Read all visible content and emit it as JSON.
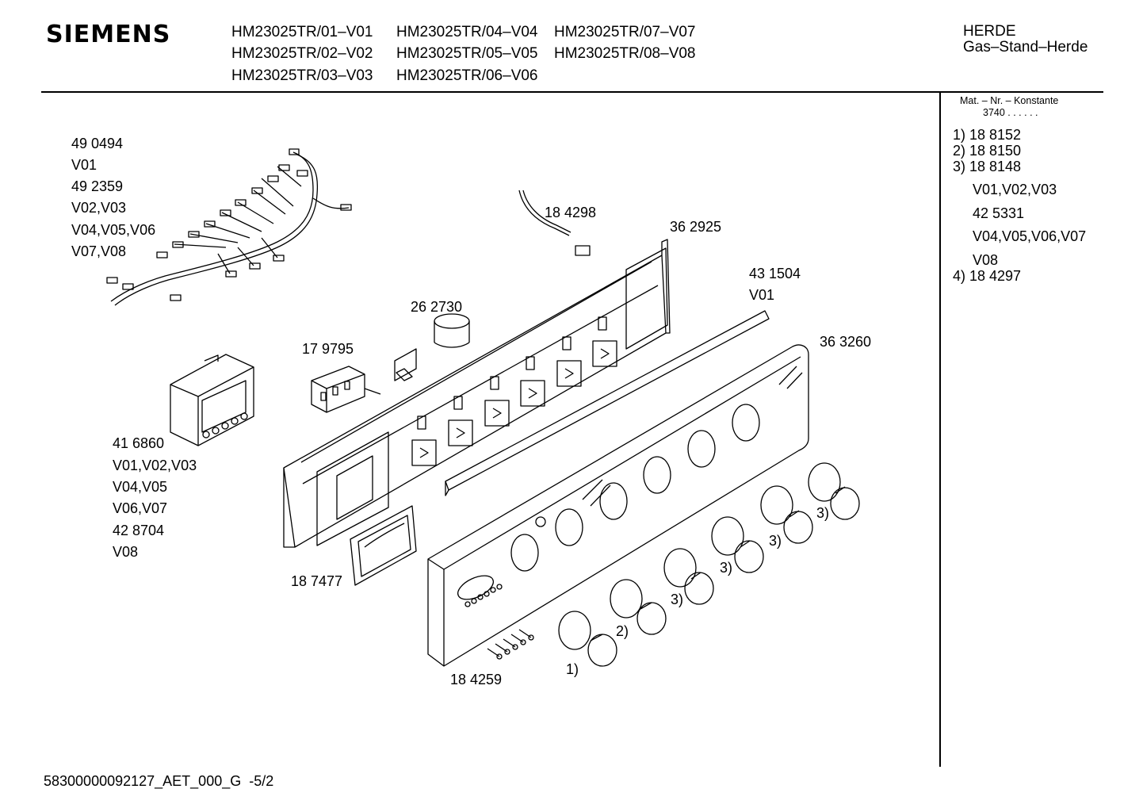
{
  "header": {
    "brand": "SIEMENS",
    "models": [
      "HM23025TR/01–V01",
      "HM23025TR/02–V02",
      "HM23025TR/03–V03",
      "HM23025TR/04–V04",
      "HM23025TR/05–V05",
      "HM23025TR/06–V06",
      "HM23025TR/07–V07",
      "HM23025TR/08–V08"
    ],
    "category": "HERDE",
    "subcategory": "Gas–Stand–Herde"
  },
  "sidebar": {
    "mat_header": "Mat. – Nr. – Konstante",
    "mat_value": "3740 . .   . . . .",
    "entries": [
      "1)  18 8152",
      "2)  18 8150",
      "3)  18 8148",
      "V01,V02,V03",
      "42 5331",
      "V04,V05,V06,V07",
      "V08",
      "4)  18 4297"
    ]
  },
  "parts": {
    "harness": [
      "49 0494",
      "V01",
      "49 2359",
      "V02,V03",
      "V04,V05,V06",
      "V07,V08"
    ],
    "timer": [
      "41 6860",
      "V01,V02,V03",
      "V04,V05",
      "V06,V07",
      "42 8704",
      "V08"
    ],
    "p179795": "17 9795",
    "p262730": "26 2730",
    "p184298": "18 4298",
    "p362925": "36 2925",
    "p431504": [
      "43 1504",
      "V01"
    ],
    "p363260": "36 3260",
    "p187477": "18 7477",
    "p184259": "18 4259",
    "knob_refs": [
      "1)",
      "2)",
      "3)",
      "3)",
      "3)",
      "3)"
    ]
  },
  "footer": {
    "doc_id": "58300000092127_AET_000_G",
    "page": "-5/2"
  }
}
